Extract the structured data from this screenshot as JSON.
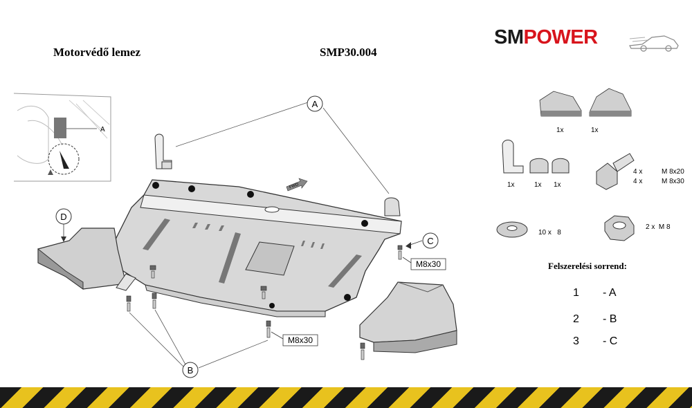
{
  "header": {
    "product_name": "Motorvédő lemez",
    "product_code": "SMP30.004",
    "brand_sm": "SM",
    "brand_power": "POWER",
    "brand_colors": {
      "sm": "#1a1a1a",
      "power": "#d8141c"
    }
  },
  "diagram": {
    "callouts": {
      "a": "A",
      "b": "B",
      "c": "C",
      "d": "D",
      "inset_a": "A"
    },
    "bolt_labels": {
      "right": "M8x30",
      "bottom": "M8x30"
    },
    "fwd_label": "FWD"
  },
  "parts": {
    "brackets_top": {
      "left_qty": "1x",
      "right_qty": "1x"
    },
    "hooks": {
      "hook_qty": "1x",
      "clip1_qty": "1x",
      "clip2_qty": "1x"
    },
    "bolts": {
      "qty1": "4 x",
      "size1": "M 8x20",
      "qty2": "4 x",
      "size2": "M 8x30"
    },
    "washer": {
      "label": "10 x   8"
    },
    "nut": {
      "label": "2 x  M 8"
    }
  },
  "assembly": {
    "title": "Felszerelési sorrend:",
    "steps": [
      {
        "num": "1",
        "label": "- A"
      },
      {
        "num": "2",
        "label": "- B"
      },
      {
        "num": "3",
        "label": "- C"
      }
    ]
  }
}
